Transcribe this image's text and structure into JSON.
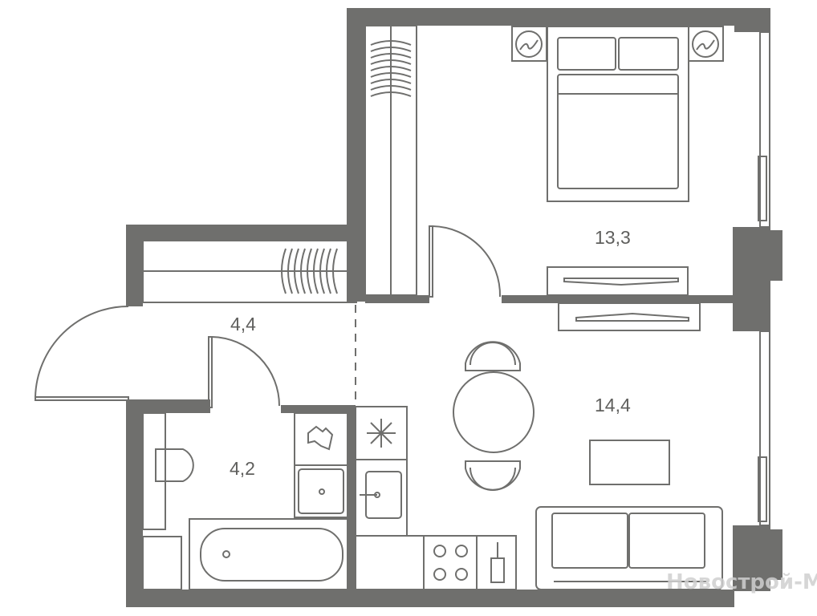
{
  "plan": {
    "rooms": [
      {
        "id": "bedroom",
        "area": "13,3"
      },
      {
        "id": "living-kitchen",
        "area": "14,4"
      },
      {
        "id": "hallway",
        "area": "4,4"
      },
      {
        "id": "bathroom",
        "area": "4,2"
      }
    ],
    "watermark": "Новострой-М",
    "wall_color": "#6f6f6d"
  }
}
